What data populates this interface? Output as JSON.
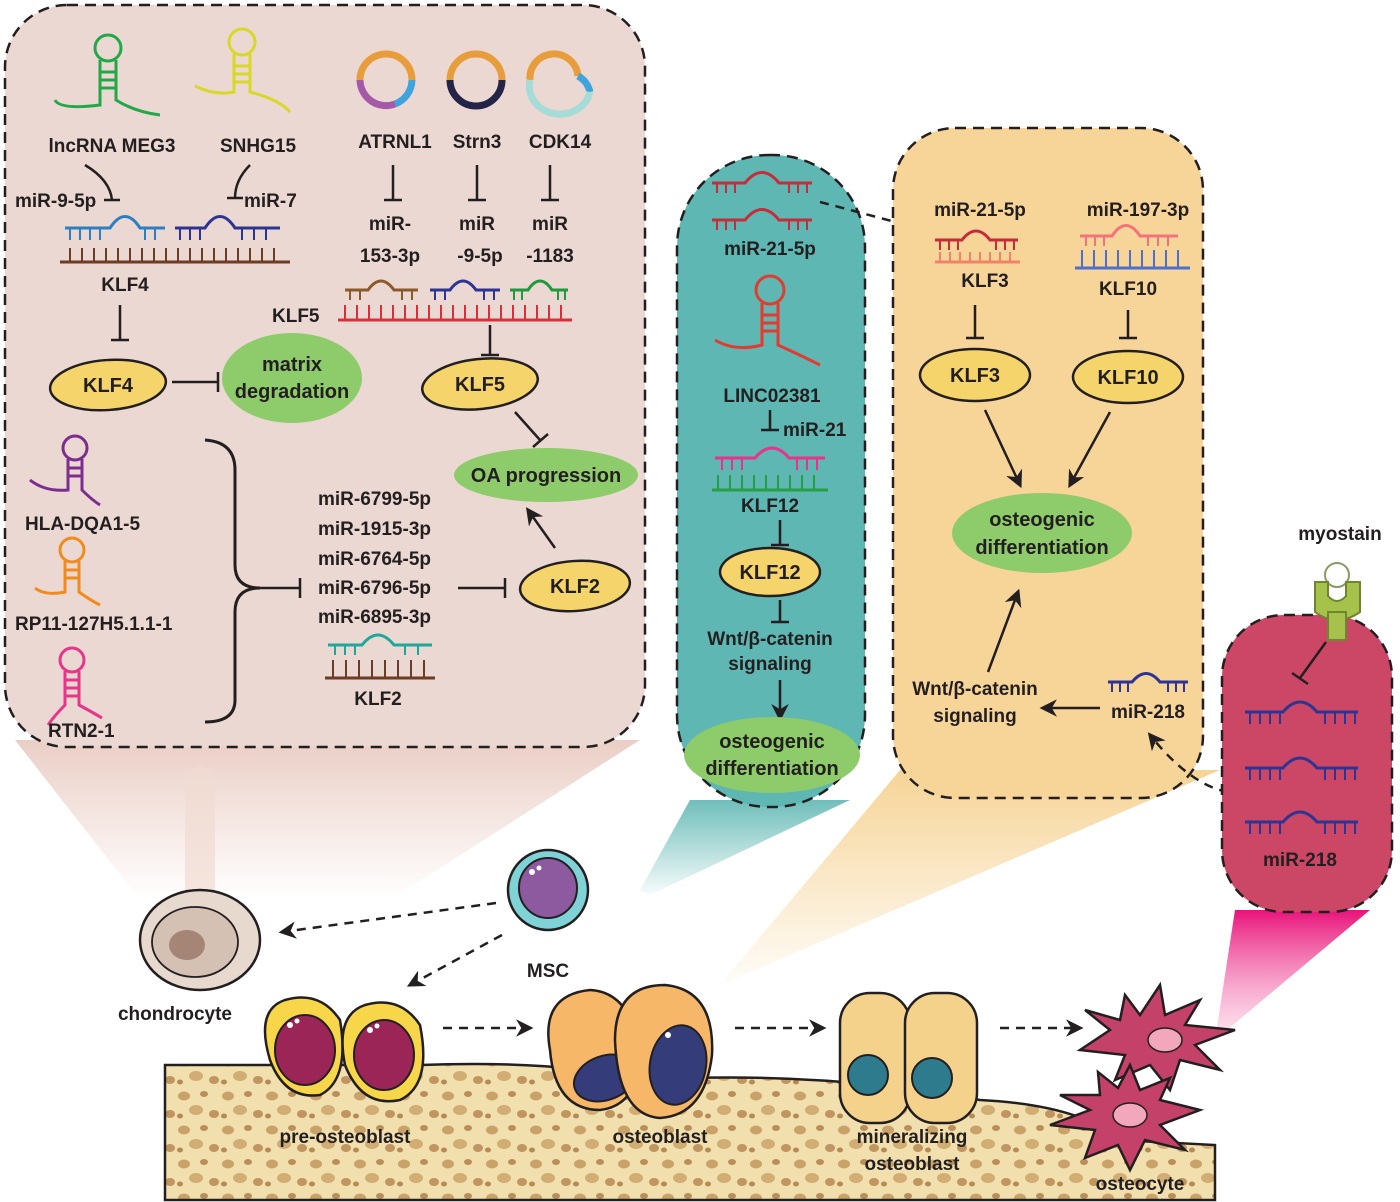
{
  "panel_left": {
    "rna1": "lncRNA MEG3",
    "rna2": "SNHG15",
    "mir_a": "miR-9-5p",
    "mir_b": "miR-7",
    "klf4_gene": "KLF4",
    "klf4_protein": "KLF4",
    "matrix1": "matrix",
    "matrix2": "degradation",
    "circ1": "ATRNL1",
    "circ2": "Strn3",
    "circ3": "CDK14",
    "mir1_l1": "miR-",
    "mir1_l2": "153-3p",
    "mir2_l1": "miR",
    "mir2_l2": "-9-5p",
    "mir3_l1": "miR",
    "mir3_l2": "-1183",
    "klf5_gene": "KLF5",
    "klf5_protein": "KLF5",
    "oa": "OA progression",
    "lnc_a": "HLA-DQA1-5",
    "lnc_b": "RP11-127H5.1.1-1",
    "lnc_c": "RTN2-1",
    "mirs": [
      "miR-6799-5p",
      "miR-1915-3p",
      "miR-6764-5p",
      "miR-6796-5p",
      "miR-6895-3p"
    ],
    "klf2_gene": "KLF2",
    "klf2_protein": "KLF2"
  },
  "panel_teal": {
    "mir": "miR-21-5p",
    "linc": "LINC02381",
    "mir21": "miR-21",
    "klf12_gene": "KLF12",
    "klf12_protein": "KLF12",
    "wnt1": "Wnt/β-catenin",
    "wnt2": "signaling",
    "osteo1": "osteogenic",
    "osteo2": "differentiation"
  },
  "panel_orange": {
    "mir_a": "miR-21-5p",
    "mir_b": "miR-197-3p",
    "klf3_gene": "KLF3",
    "klf10_gene": "KLF10",
    "klf3_protein": "KLF3",
    "klf10_protein": "KLF10",
    "osteo1": "osteogenic",
    "osteo2": "differentiation",
    "wnt1": "Wnt/β-catenin",
    "wnt2": "signaling",
    "mir218": "miR-218"
  },
  "panel_red": {
    "myostain": "myostain",
    "mir218": "miR-218"
  },
  "cells": {
    "msc": "MSC",
    "chondrocyte": "chondrocyte",
    "pre_osteoblast": "pre-osteoblast",
    "osteoblast": "osteoblast",
    "mineral1": "mineralizing",
    "mineral2": "osteoblast",
    "osteocyte": "osteocyte"
  }
}
